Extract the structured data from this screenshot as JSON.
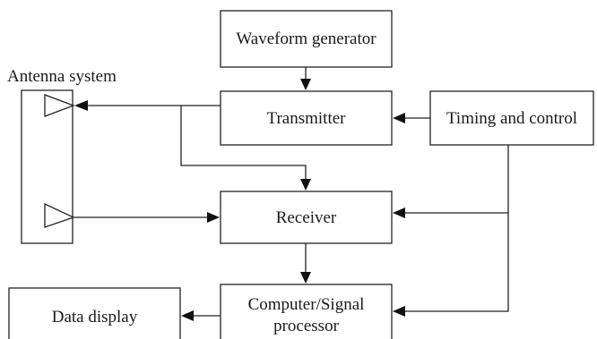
{
  "diagram": {
    "antenna_label": "Antenna system",
    "blocks": {
      "waveform": "Waveform generator",
      "transmitter": "Transmitter",
      "timing": "Timing and control",
      "receiver": "Receiver",
      "processor_line1": "Computer/Signal",
      "processor_line2": "processor",
      "display": "Data display"
    },
    "colors": {
      "stroke": "#222222",
      "arrow": "#111111",
      "text": "#1a1a1a",
      "background": "#ffffff"
    }
  }
}
